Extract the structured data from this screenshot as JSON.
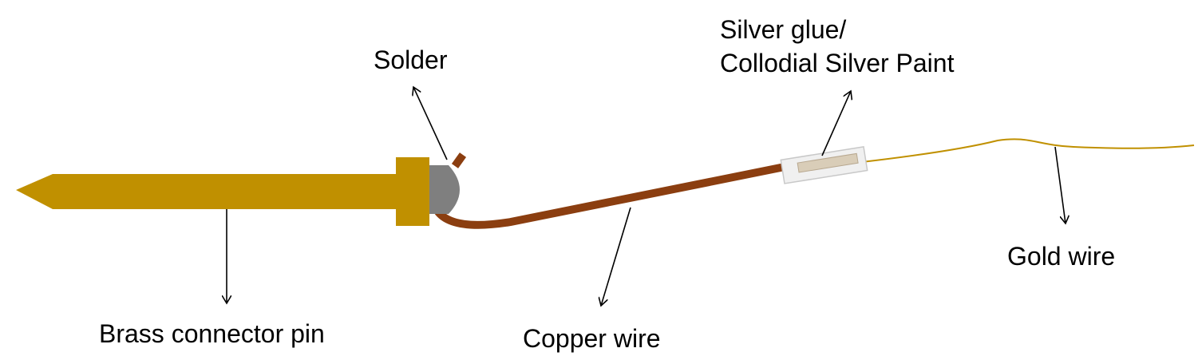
{
  "labels": {
    "solder": "Solder",
    "silver_line1": "Silver glue/",
    "silver_line2": "Collodial Silver Paint",
    "brass_pin": "Brass connector  pin",
    "copper_wire": "Copper wire",
    "gold_wire": "Gold wire"
  },
  "colors": {
    "brass": "#C09000",
    "solder": "#7F7F7F",
    "copper": "#8B3E10",
    "gold_wire": "#C09000",
    "silver_glue": "#E6E6E6",
    "arrows": "#000000"
  }
}
